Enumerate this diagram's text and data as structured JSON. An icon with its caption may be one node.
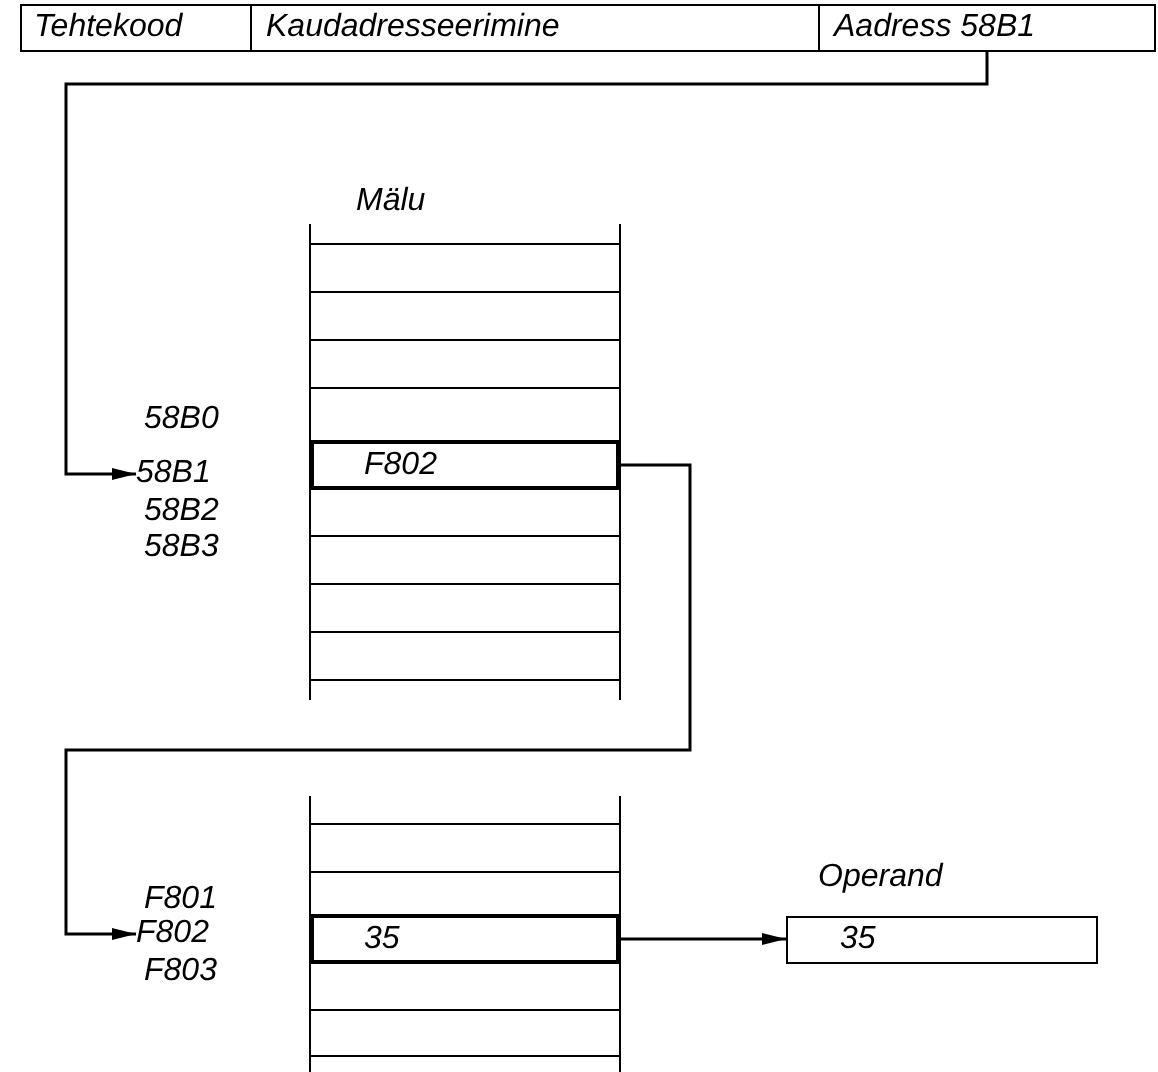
{
  "diagram": {
    "nodes": [
      {
        "text": [
          "Tehtekood"
        ]
      },
      {
        "text": [
          "Kaudadresseerimine"
        ]
      },
      {
        "text": [
          "Aadress 58B1"
        ]
      },
      {
        "text": [
          "58B1"
        ]
      },
      {
        "text": [
          "F802"
        ]
      },
      {
        "text": [
          "F802"
        ]
      },
      {
        "text": [
          "35"
        ]
      },
      {
        "text": [
          "Operand",
          "35"
        ]
      }
    ],
    "edges": [
      {
        "from": 2,
        "to": 3,
        "arrow": "to"
      },
      {
        "from": 4,
        "to": 5,
        "arrow": "to"
      },
      {
        "from": 6,
        "to": 7,
        "arrow": "to"
      }
    ],
    "labels": [
      "Mälu",
      "58B0",
      "58B2",
      "58B3",
      "F801",
      "F803"
    ]
  }
}
